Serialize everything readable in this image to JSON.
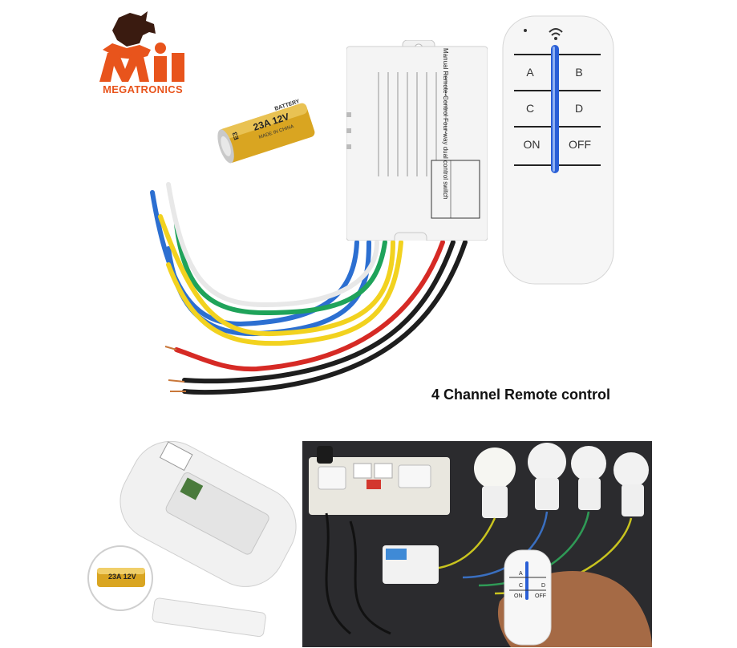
{
  "brand": {
    "logo_text": "MEGATRONICS"
  },
  "battery": {
    "label_top": "BATTERY",
    "label_model": "23A 12V",
    "label_made": "MADE IN CHINA",
    "label_end": "E3"
  },
  "controller": {
    "title": "Manual Remote-Control Four-way dual control switch"
  },
  "remote": {
    "btn_a": "A",
    "btn_b": "B",
    "btn_c": "C",
    "btn_d": "D",
    "btn_on": "ON",
    "btn_off": "OFF"
  },
  "caption": "4 Channel Remote control",
  "small_battery": {
    "label": "23A 12V"
  },
  "photo_remote": {
    "btn_a": "A",
    "btn_c": "C",
    "btn_d": "D",
    "btn_on": "ON",
    "btn_off": "OFF"
  },
  "colors": {
    "logo_orange": "#e8541c",
    "device_white": "#f4f4f4",
    "remote_blue": "#2a5fd6",
    "wire_red": "#d62a25",
    "wire_black": "#1e1e1e",
    "wire_blue": "#2c6fd1",
    "wire_yellow": "#f2d21f",
    "wire_green": "#1fa35a",
    "battery_gold": "#d9a521"
  }
}
